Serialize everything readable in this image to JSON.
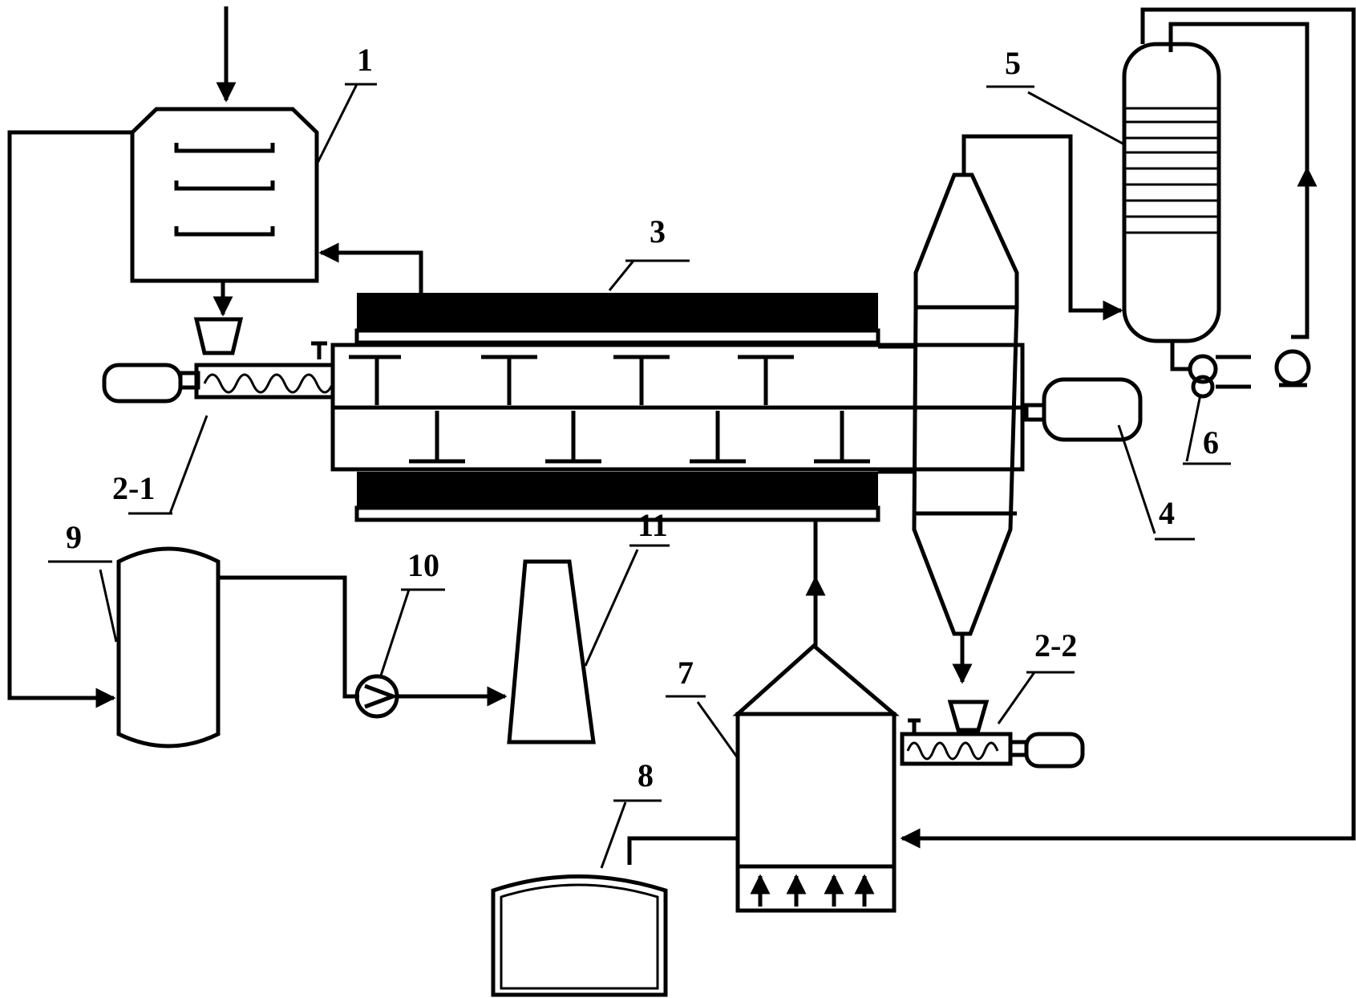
{
  "diagram": {
    "labels": {
      "dryer": "1",
      "feeder_inlet": "2-1",
      "reactor": "3",
      "motor": "4",
      "condenser": "5",
      "pump_6": "6",
      "combustor": "7",
      "char_bin": "8",
      "gas_tank": "9",
      "blower": "10",
      "stack": "11",
      "feeder_outlet": "2-2"
    },
    "colors": {
      "line": "#000000",
      "background": "#ffffff"
    }
  }
}
